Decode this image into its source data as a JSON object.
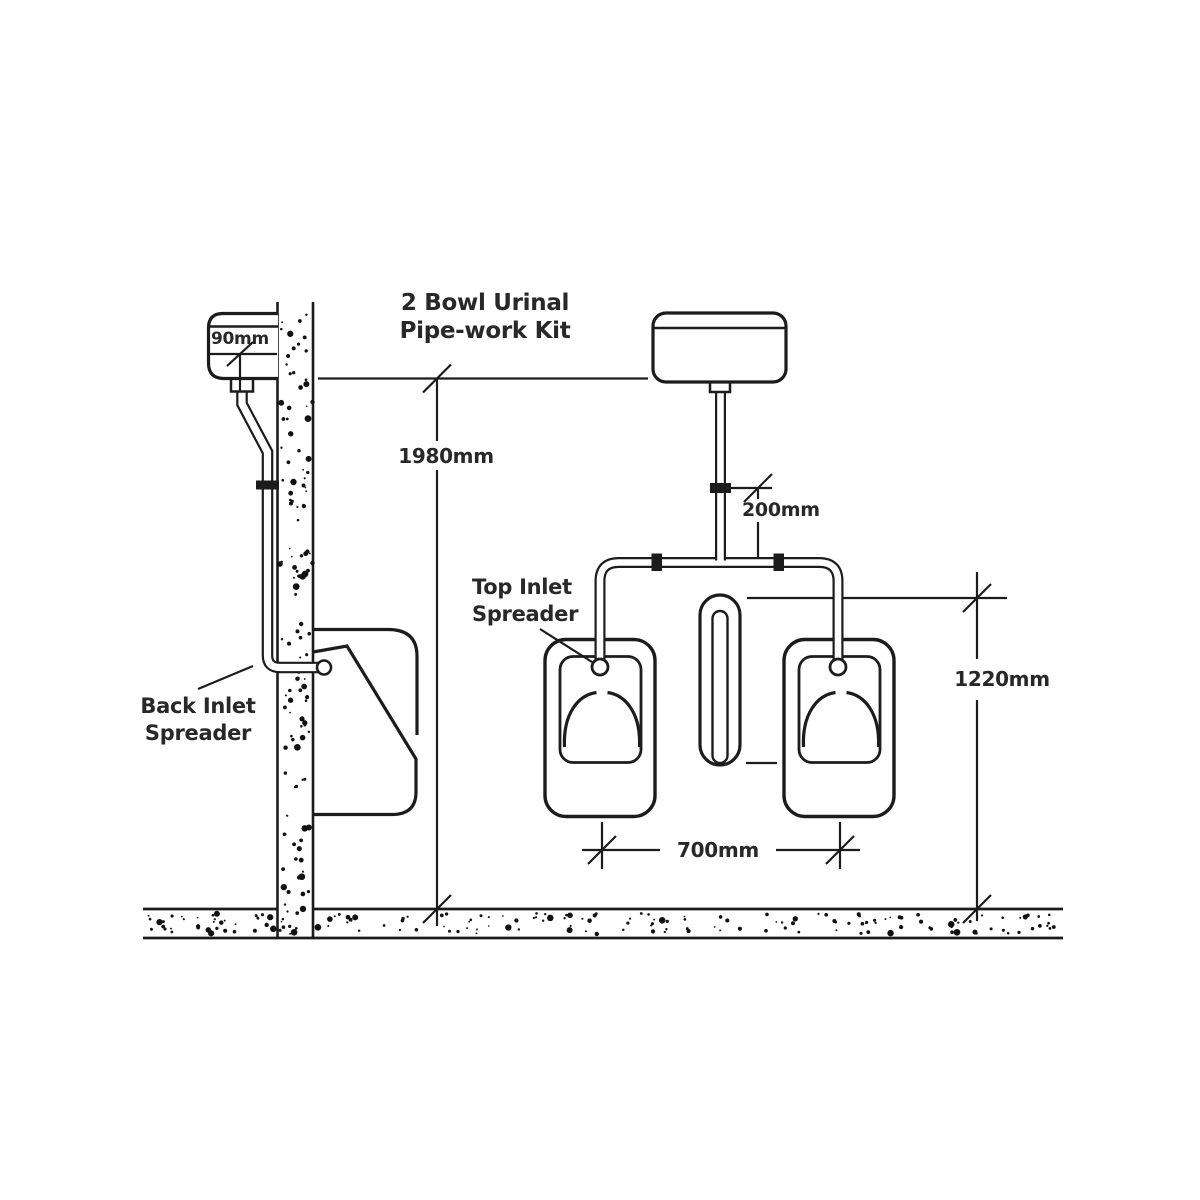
{
  "title": {
    "line1": "2 Bowl Urinal",
    "line2": "Pipe-work Kit"
  },
  "dimensions": {
    "cistern_to_wall": "90mm",
    "cistern_height": "1980mm",
    "flush_pipe_drop": "200mm",
    "spreader_height": "1220mm",
    "bowl_spacing": "700mm"
  },
  "labels": {
    "top_inlet": {
      "line1": "Top Inlet",
      "line2": "Spreader"
    },
    "back_inlet": {
      "line1": "Back Inlet",
      "line2": "Spreader"
    }
  },
  "colors": {
    "line": "#1c1c1c",
    "text": "#282828",
    "background": "#ffffff"
  }
}
